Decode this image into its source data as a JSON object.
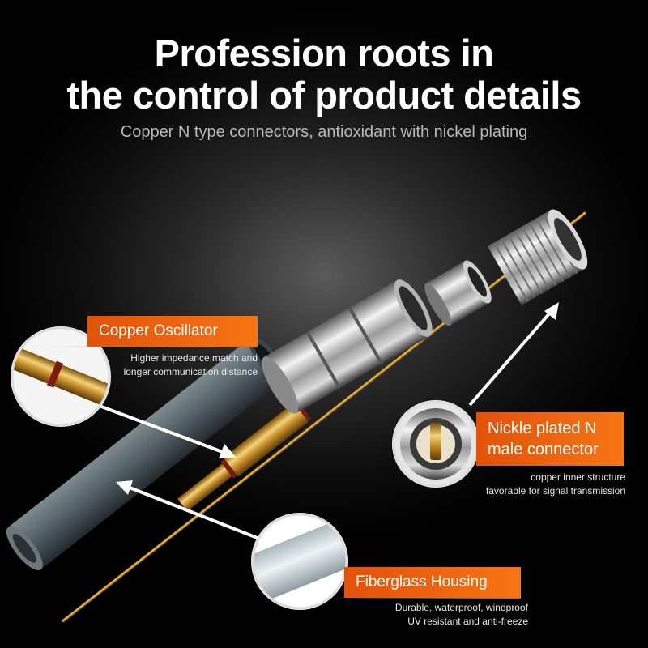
{
  "heading": {
    "line1": "Profession roots in",
    "line2": "the control of product details",
    "subtitle": "Copper N type connectors, antioxidant with nickel plating"
  },
  "callouts": {
    "oscillator": {
      "label": "Copper Oscillator",
      "desc1": "Higher impedance match and",
      "desc2": "longer communication distance"
    },
    "connector": {
      "label1": "Nickle plated N",
      "label2": "male connector",
      "desc1": "copper inner structure",
      "desc2": "favorable for signal transmission"
    },
    "housing": {
      "label": "Fiberglass Housing",
      "desc1": "Durable, waterproof, windproof",
      "desc2": "UV resistant and anti-freeze"
    }
  },
  "colors": {
    "accent": "#f26a10",
    "title": "#ffffff",
    "subtitle": "#b9b9b9",
    "copper": "#d8a640",
    "housing": "#5c6a70"
  }
}
